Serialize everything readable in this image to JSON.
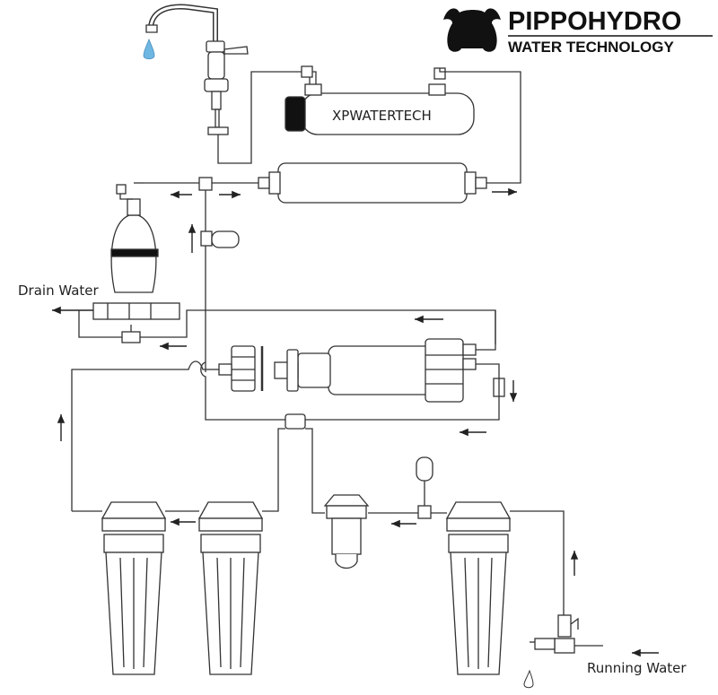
{
  "brand": {
    "name": "PIPPOHYDRO",
    "tagline": "WATER TECHNOLOGY",
    "logo_icon": "bull-head-icon"
  },
  "labels": {
    "drain": "Drain Water",
    "inlet": "Running Water",
    "uv_housing": "XPWATERTECH"
  },
  "colors": {
    "line": "#333333",
    "water_drop": "#6fb7e3",
    "logo": "#111111"
  }
}
